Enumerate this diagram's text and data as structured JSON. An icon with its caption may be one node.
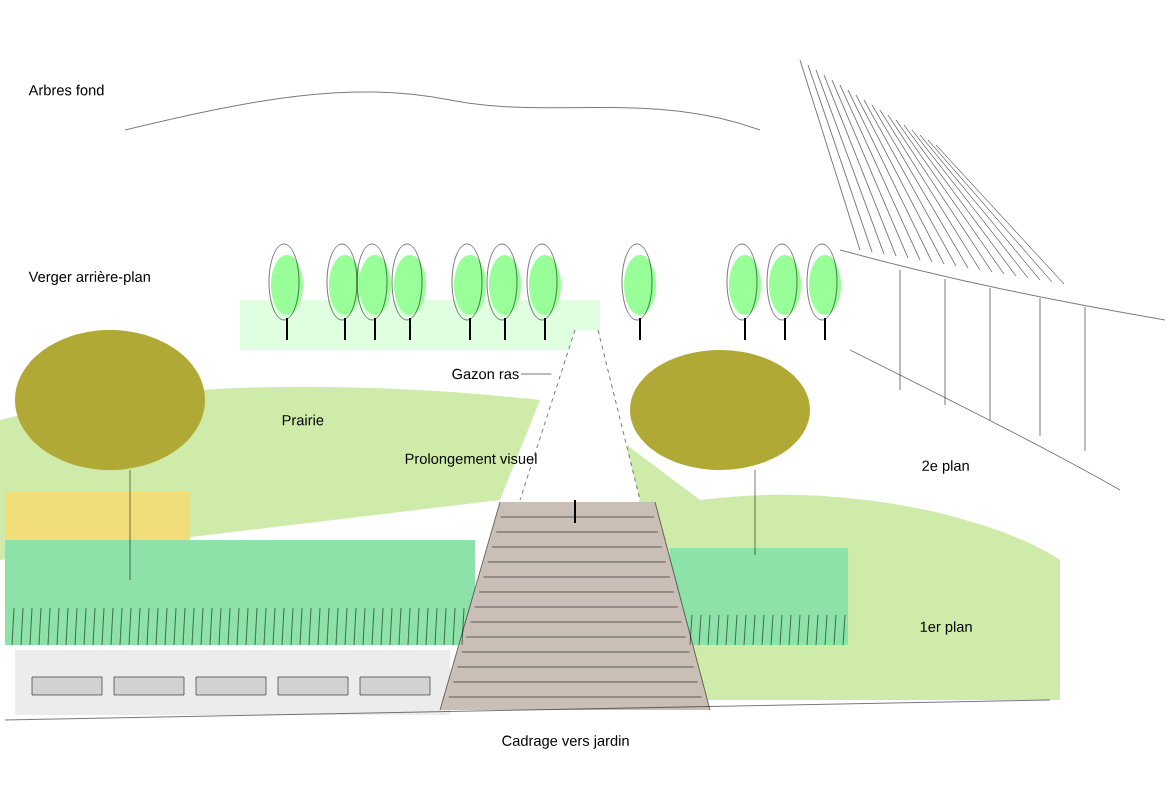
{
  "diagram": {
    "nodes": [
      {
        "text": [
          "Gazon ras"
        ]
      },
      {
        "text": [],
        "shape": "band"
      }
    ],
    "edges": [
      {
        "from": 0,
        "to": 1,
        "arrow": "none"
      }
    ],
    "labels": [
      "Arbres fond",
      "Verger arrière-plan",
      "Prairie",
      "Prolongement visuel",
      "2e plan",
      "1er plan",
      "Cadrage vers jardin"
    ]
  }
}
